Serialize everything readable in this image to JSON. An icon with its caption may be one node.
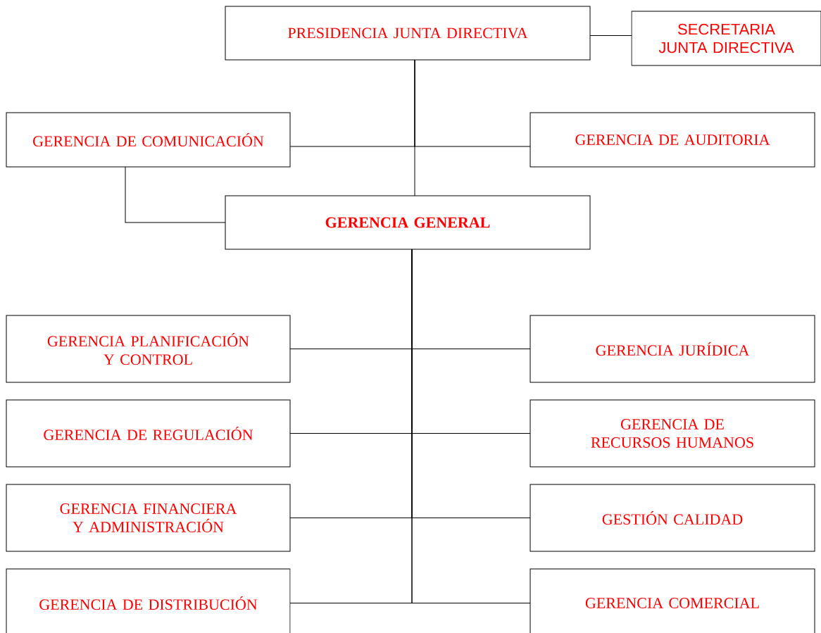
{
  "diagram": {
    "nodes": [
      {
        "text": [
          "PRESIDENCIA JUNTA DIRECTIVA"
        ]
      },
      {
        "text": [
          "SECRETARIA JUNTA DIRECTIVA"
        ]
      },
      {
        "text": [
          "GERENCIA DE COMUNICACIÓN"
        ]
      },
      {
        "text": [
          "GERENCIA DE AUDITORIA"
        ]
      },
      {
        "text": [
          "GERENCIA GENERAL"
        ]
      },
      {
        "text": [
          "GERENCIA PLANIFICACIÓN Y CONTROL"
        ]
      },
      {
        "text": [
          "GERENCIA JURÍDICA"
        ]
      },
      {
        "text": [
          "GERENCIA DE REGULACIÓN"
        ]
      },
      {
        "text": [
          "GERENCIA DE RECURSOS HUMANOS"
        ]
      },
      {
        "text": [
          "GERENCIA FINANCIERA Y ADMINISTRACIÓN"
        ]
      },
      {
        "text": [
          "GESTIÓN CALIDAD"
        ]
      },
      {
        "text": [
          "GERENCIA DE DISTRIBUCIÓN"
        ]
      },
      {
        "text": [
          "GERENCIA COMERCIAL"
        ]
      }
    ],
    "edges": [
      {
        "from": 0,
        "to": 1,
        "arrow": "none"
      },
      {
        "from": 0,
        "to": 4,
        "arrow": "none"
      },
      {
        "from": 0,
        "to": 2,
        "arrow": "none"
      },
      {
        "from": 0,
        "to": 3,
        "arrow": "none"
      },
      {
        "from": 2,
        "to": 4,
        "arrow": "none"
      },
      {
        "from": 4,
        "to": 5,
        "arrow": "none"
      },
      {
        "from": 4,
        "to": 6,
        "arrow": "none"
      },
      {
        "from": 4,
        "to": 7,
        "arrow": "none"
      },
      {
        "from": 4,
        "to": 8,
        "arrow": "none"
      },
      {
        "from": 4,
        "to": 9,
        "arrow": "none"
      },
      {
        "from": 4,
        "to": 10,
        "arrow": "none"
      },
      {
        "from": 4,
        "to": 11,
        "arrow": "none"
      },
      {
        "from": 4,
        "to": 12,
        "arrow": "none"
      }
    ]
  }
}
